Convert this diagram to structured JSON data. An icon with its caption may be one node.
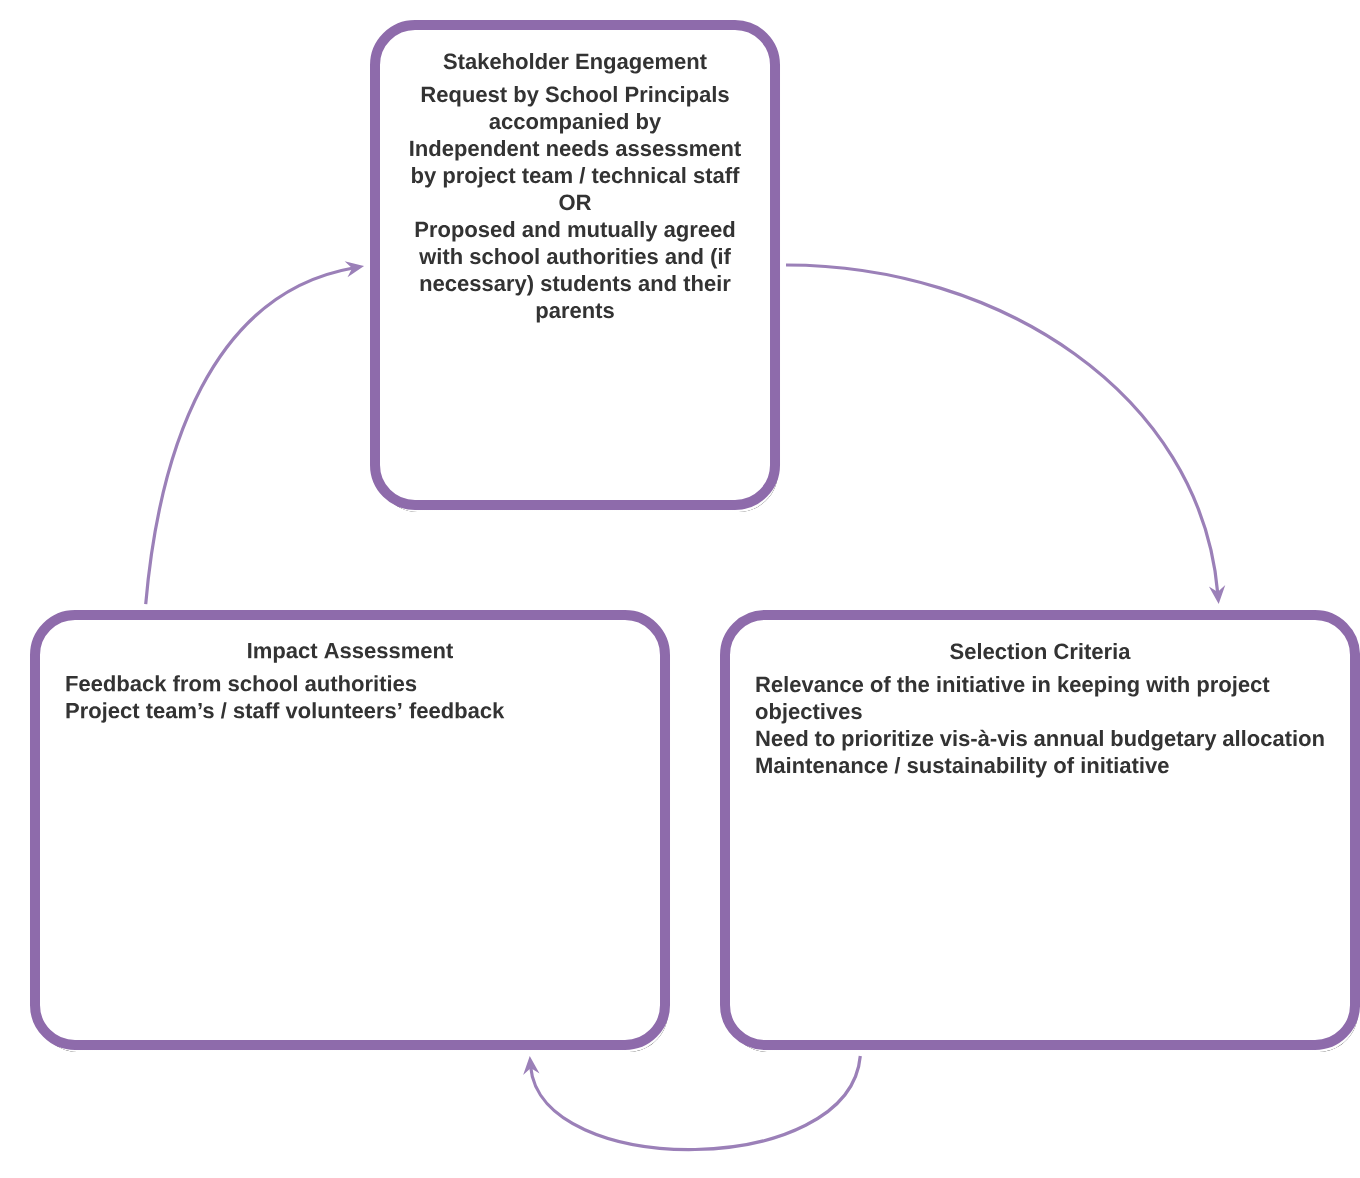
{
  "diagram": {
    "nodes": [
      {
        "text": [
          "Stakeholder Engagement",
          "Request by School Principals accompanied by",
          "Independent needs assessment by project team / technical staff OR",
          "Proposed and mutually agreed with school authorities and (if necessary) students and their parents"
        ]
      },
      {
        "text": [
          "Selection Criteria",
          "Relevance of the initiative in keeping with project objectives",
          "Need to prioritize vis-à-vis annual budgetary allocation",
          "Maintenance / sustainability of initiative"
        ]
      },
      {
        "text": [
          "Impact Assessment",
          "Feedback from school authorities",
          "Project team’s / staff volunteers’ feedback"
        ]
      }
    ],
    "edges": [
      {
        "from": 0,
        "to": 1,
        "arrow": "to"
      },
      {
        "from": 1,
        "to": 2,
        "arrow": "to"
      },
      {
        "from": 2,
        "to": 0,
        "arrow": "to"
      }
    ]
  }
}
